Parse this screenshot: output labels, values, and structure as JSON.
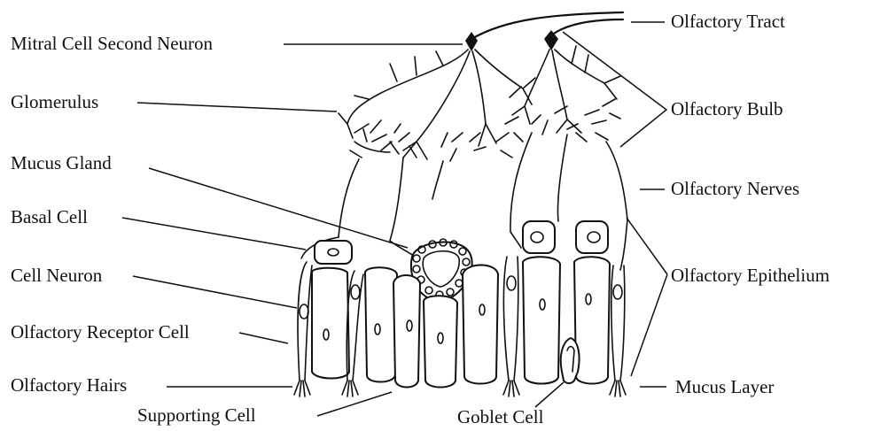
{
  "labels": {
    "olfactory_tract": "Olfactory Tract",
    "mitral_cell": "Mitral Cell Second Neuron",
    "olfactory_bulb": "Olfactory Bulb",
    "glomerulus": "Glomerulus",
    "mucus_gland": "Mucus Gland",
    "olfactory_nerves": "Olfactory Nerves",
    "basal_cell": "Basal Cell",
    "olfactory_epithelium": "Olfactory Epithelium",
    "cell_neuron": "Cell Neuron",
    "olfactory_receptor_cell": "Olfactory Receptor Cell",
    "olfactory_hairs": "Olfactory Hairs",
    "mucus_layer": "Mucus Layer",
    "supporting_cell": "Supporting Cell",
    "goblet_cell": "Goblet Cell"
  }
}
